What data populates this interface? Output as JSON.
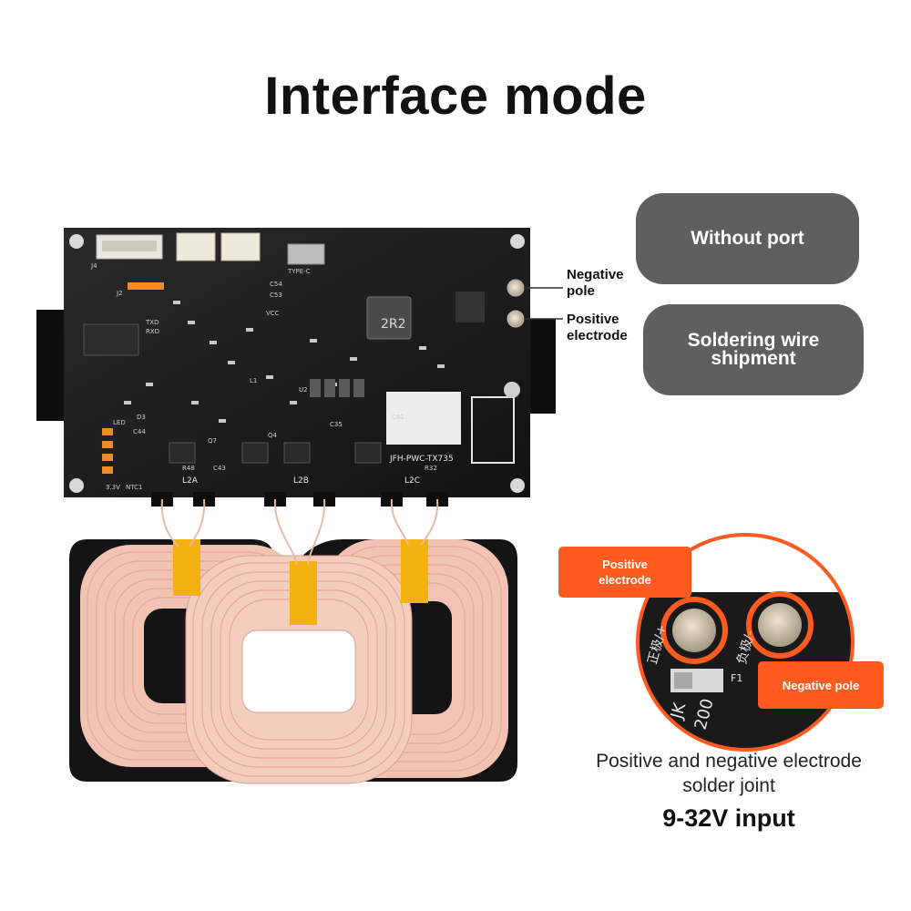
{
  "title": "Interface mode",
  "callouts": {
    "without_port": "Without port",
    "soldering_line1": "Soldering wire",
    "soldering_line2": "shipment"
  },
  "pole_labels": {
    "negative_line1": "Negative",
    "negative_line2": "pole",
    "positive_line1": "Positive",
    "positive_line2": "electrode"
  },
  "detail": {
    "positive_tag_line1": "Positive",
    "positive_tag_line2": "electrode",
    "negative_tag": "Negative pole",
    "caption_line1": "Positive and negative electrode",
    "caption_line2": "solder joint",
    "input": "9-32V input"
  },
  "board": {
    "model": "JFH-PWC-TX735",
    "inductor": "2R2",
    "coil_labels": [
      "L2A",
      "L2B",
      "L2C"
    ],
    "silk": [
      "J4",
      "J2",
      "TYPE-C",
      "C54",
      "C53",
      "C61",
      "C43",
      "C44",
      "Q4",
      "Q7",
      "L1",
      "NTC1",
      "TXD",
      "RXD",
      "VCC",
      "LED",
      "3.3V",
      "R48",
      "R32",
      "D3",
      "C35",
      "U2"
    ]
  },
  "zoom": {
    "pos_mark": "正极/+",
    "neg_mark": "负极/-",
    "part_line1": "JK",
    "part_line2": "200",
    "ref": "F1"
  },
  "colors": {
    "pill": "#5f5f5f",
    "accent": "#ff5a1f",
    "pcb": "#1c1c1c",
    "coil": "#f2c3b3",
    "tape": "#f2b10f"
  }
}
